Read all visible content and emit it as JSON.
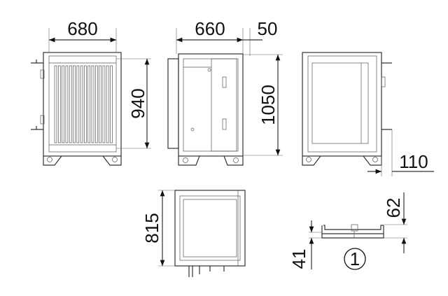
{
  "title": "Technical dimension drawing",
  "units_note": "",
  "dimensions": {
    "front_width": "680",
    "front_height": "940",
    "side_width": "660",
    "flange_depth": "50",
    "side_height": "1050",
    "rear_offset": "110",
    "top_depth": "815",
    "detail_height_total": "62",
    "detail_height_base": "41"
  },
  "detail_marker": "1",
  "colors": {
    "line": "#333333",
    "text": "#111111",
    "background": "#ffffff"
  }
}
